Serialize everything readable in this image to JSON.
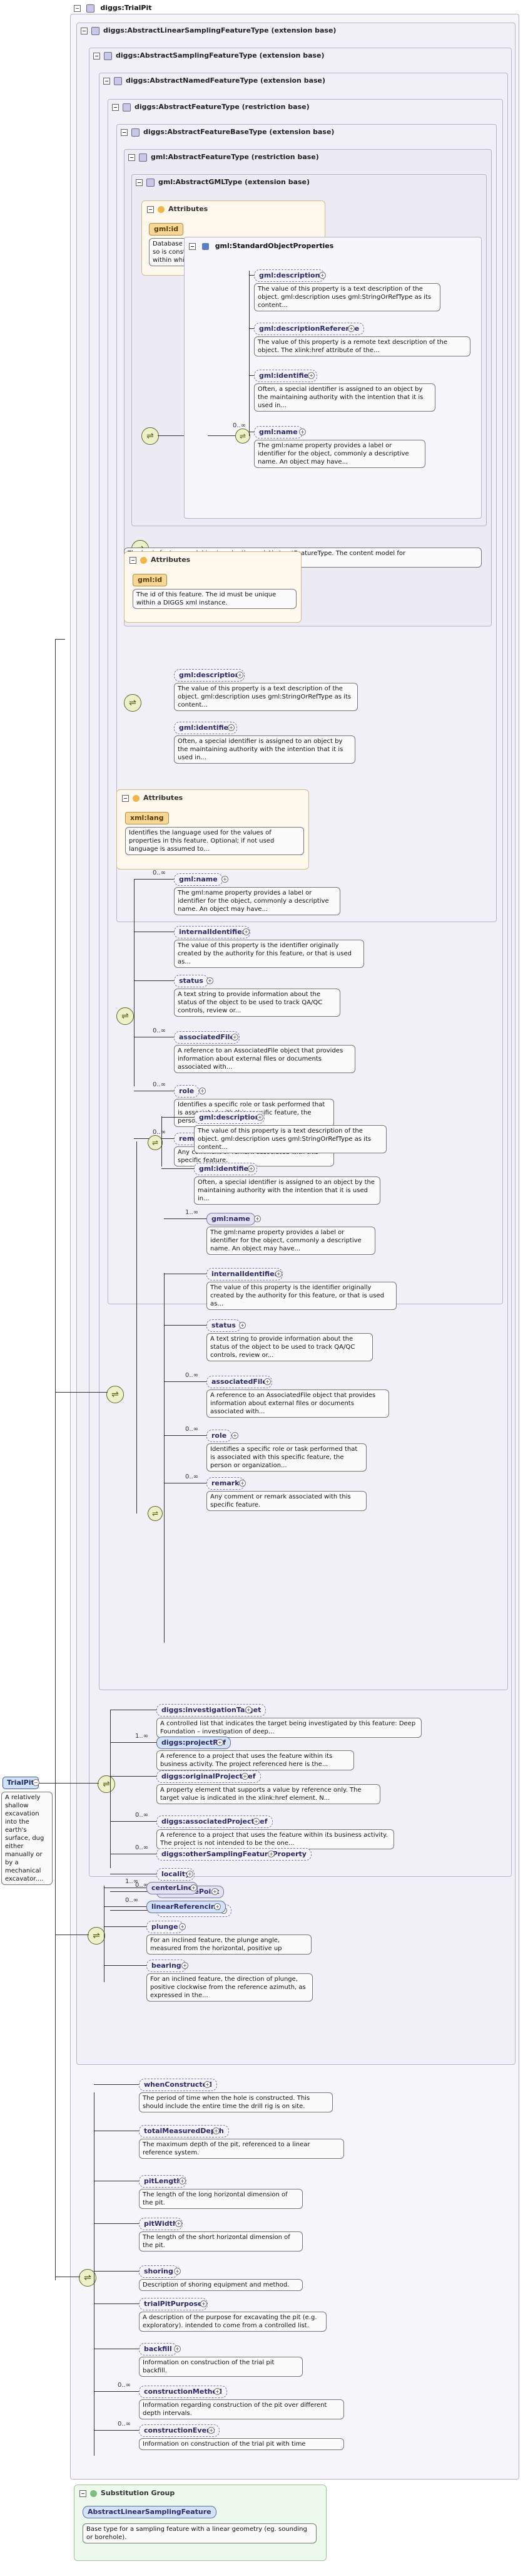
{
  "root": {
    "title": "diggs:TrialPit",
    "element_label": "TrialPit",
    "element_description": "A relatively shallow excavation into the earth's surface, dug either manually or by a mechanical excavator...."
  },
  "types": {
    "linear_sampling": "diggs:AbstractLinearSamplingFeatureType (extension base)",
    "sampling": "diggs:AbstractSamplingFeatureType (extension base)",
    "named": "diggs:AbstractNamedFeatureType (extension base)",
    "feature": "diggs:AbstractFeatureType (restriction base)",
    "feature_base": "diggs:AbstractFeatureBaseType (extension base)",
    "gml_feature": "gml:AbstractFeatureType (restriction base)",
    "gml_gml": "gml:AbstractGMLType (extension base)"
  },
  "gml_level": {
    "attributes_title": "Attributes",
    "id_label": "gml:id",
    "id_desc": "Database handle for the object. It is of XML type ID, so is constrained to be unique in the XML document within which...",
    "std_props_label": "gml:StandardObjectProperties",
    "items": [
      {
        "label": "gml:description",
        "desc": "The value of this property is a text description of the object. gml:description uses gml:StringOrRefType as its content..."
      },
      {
        "label": "gml:descriptionReference",
        "desc": "The value of this property is a remote text description of the object. The xlink:href attribute of the..."
      },
      {
        "label": "gml:identifier",
        "desc": "Often, a special identifier is assigned to an object by the maintaining authority with the intention that it is used in..."
      },
      {
        "label": "gml:name",
        "card": "0..∞",
        "desc": "The gml:name property provides a label or identifier for the object, commonly a descriptive name. An object may have..."
      }
    ]
  },
  "feature_base_desc": "The basic feature model is given by the gml:AbstractFeatureType. The content model for gml:AbstractFeatureType adds two...",
  "feature_level": {
    "attributes_title": "Attributes",
    "id_label": "gml:id",
    "id_desc": "The id of this feature. The id must be unique within a DIGGS xml instance.",
    "items": [
      {
        "label": "gml:description",
        "desc": "The value of this property is a text description of the object. gml:description uses gml:StringOrRefType as its content..."
      },
      {
        "label": "gml:identifier",
        "desc": "Often, a special identifier is assigned to an object by the maintaining authority with the intention that it is used in..."
      }
    ]
  },
  "named_level": {
    "attributes_title": "Attributes",
    "lang_label": "xml:lang",
    "lang_desc": "Identifies the language used for the values of properties in this feature. Optional; if not used language is assumed to...",
    "items": [
      {
        "label": "gml:name",
        "card": "0..∞",
        "desc": "The gml:name property provides a label or identifier for the object, commonly a descriptive name. An object may have..."
      },
      {
        "label": "internalIdentifier",
        "desc": "The value of this property is the identifier originally created by the authority for this feature, or that is used as..."
      },
      {
        "label": "status",
        "desc": "A text string to provide information about the status of the object to be used to track QA/QC controls, review or..."
      },
      {
        "label": "associatedFile",
        "card": "0..∞",
        "desc": "A reference to an AssociatedFile object that provides information about external files or documents associated with..."
      },
      {
        "label": "role",
        "card": "0..∞",
        "desc": "Identifies a specific role or task performed that is associated with this specific feature, the person or organization..."
      },
      {
        "label": "remark",
        "card": "0..∞",
        "desc": "Any comment or remark associated with this specific feature."
      }
    ]
  },
  "choice_level": {
    "items_a": [
      {
        "label": "gml:description",
        "desc": "The value of this property is a text description of the object. gml:description uses gml:StringOrRefType as its content..."
      },
      {
        "label": "gml:identifier",
        "desc": "Often, a special identifier is assigned to an object by the maintaining authority with the intention that it is used in..."
      }
    ],
    "items_b": [
      {
        "label": "gml:name",
        "card": "1..∞",
        "desc": "The gml:name property provides a label or identifier for the object, commonly a descriptive name. An object may have..."
      },
      {
        "label": "internalIdentifier",
        "desc": "The value of this property is the identifier originally created by the authority for this feature, or that is used as..."
      },
      {
        "label": "status",
        "desc": "A text string to provide information about the status of the object to be used to track QA/QC controls, review or..."
      },
      {
        "label": "associatedFile",
        "card": "0..∞",
        "desc": "A reference to an AssociatedFile object that provides information about external files or documents associated with..."
      },
      {
        "label": "role",
        "card": "0..∞",
        "desc": "Identifies a specific role or task performed that is associated with this specific feature, the person or organization..."
      },
      {
        "label": "remark",
        "card": "0..∞",
        "desc": "Any comment or remark associated with this specific feature."
      }
    ]
  },
  "sampling_level": {
    "items": [
      {
        "label": "diggs:investigationTarget",
        "desc": "A controlled list that indicates the target being investigated by this feature: Deep Foundation – investigation of deep..."
      },
      {
        "label": "diggs:projectRef",
        "card": "1..∞",
        "desc": "A reference to a project that uses the feature within its business activity. The project referenced here is the..."
      },
      {
        "label": "diggs:originalProjectRef",
        "desc": "A property element that supports a value by reference only. The target value is indicated in the xlink:href element. N..."
      },
      {
        "label": "diggs:associatedProjectRef",
        "card": "0..∞",
        "desc": "A reference to a project that uses the feature within its business activity. The project is not intended to be the one..."
      },
      {
        "label": "diggs:otherSamplingFeatureProperty",
        "card": "0..∞"
      },
      {
        "label": "locality"
      },
      {
        "label": "referencePoint",
        "card": "0..∞"
      },
      {
        "label": "localCoordinates"
      }
    ]
  },
  "linear_level": {
    "items": [
      {
        "label": "centerLine",
        "card": "1..∞"
      },
      {
        "label": "linearReferencing",
        "card": "0..∞"
      },
      {
        "label": "plunge",
        "desc": "For an inclined feature, the plunge angle, measured from the horizontal, positive up"
      },
      {
        "label": "bearing",
        "desc": "For an inclined feature, the direction of plunge, positive clockwise from the reference azimuth, as expressed in the..."
      }
    ]
  },
  "trialpit_level": {
    "items": [
      {
        "label": "whenConstructed",
        "desc": "The period of time when the hole is constructed. This should include the entire time the drill rig is on site."
      },
      {
        "label": "totalMeasuredDepth",
        "desc": "The maximum depth of the pit, referenced to a linear reference system."
      },
      {
        "label": "pitLength",
        "desc": "The length of the long horizontal dimension of the pit."
      },
      {
        "label": "pitWidth",
        "desc": "The length of the short horizontal dimension of the pit."
      },
      {
        "label": "shoring",
        "desc": "Description of shoring equipment and method."
      },
      {
        "label": "trialPitPurpose",
        "desc": "A description of the purpose for excavating the pit (e.g. exploratory). intended to come from a controlled list."
      },
      {
        "label": "backfill",
        "desc": "Information on construction of the trial pit backfill."
      },
      {
        "label": "constructionMethod",
        "card": "0..∞",
        "desc": "Information regarding construction of the pit over different depth intervals."
      },
      {
        "label": "constructionEvent",
        "card": "0..∞",
        "desc": "Information on construction of the trial pit with time"
      }
    ]
  },
  "substitution": {
    "title": "Substitution Group",
    "label": "AbstractLinearSamplingFeature",
    "desc": "Base type for a sampling feature with a linear geometry (eg. sounding or borehole)."
  },
  "colors": {
    "nested_bg": "#f1f0f6",
    "attr_bg": "#fff8ec",
    "pill_bg": "#e4e3f2",
    "root_bg": "#d3e2f6",
    "subgroup_bg": "#eef9ee"
  }
}
